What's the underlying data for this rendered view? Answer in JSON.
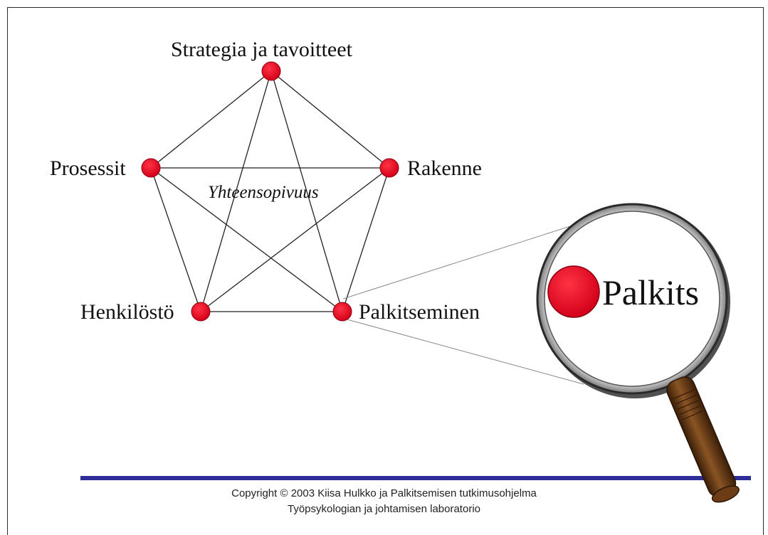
{
  "diagram": {
    "nodes": [
      {
        "id": "strategia",
        "label": "Strategia ja tavoitteet"
      },
      {
        "id": "rakenne",
        "label": "Rakenne"
      },
      {
        "id": "palkitseminen",
        "label": "Palkitseminen"
      },
      {
        "id": "henkilosto",
        "label": "Henkilöstö"
      },
      {
        "id": "prosessit",
        "label": "Prosessit"
      }
    ],
    "center_label": "Yhteensopivuus",
    "magnifier_label": "Palkits",
    "node_color": "#e8001c",
    "line_color": "#222222"
  },
  "footer": {
    "line1": "Copyright © 2003 Kiisa Hulkko ja Palkitsemisen tutkimusohjelma",
    "line2": "Työpsykologian ja johtamisen laboratorio",
    "rule_color": "#2e2e9a"
  }
}
